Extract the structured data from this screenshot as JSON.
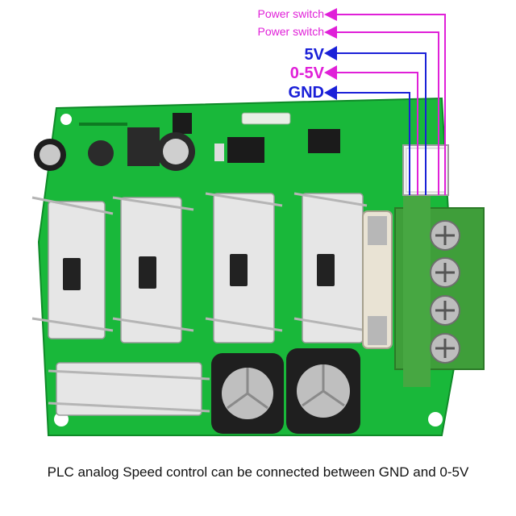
{
  "labels": {
    "power_switch_1": "Power switch",
    "power_switch_2": "Power switch",
    "five_v": "5V",
    "zero_five_v": "0-5V",
    "gnd": "GND"
  },
  "caption": "PLC analog Speed control can be connected between GND and 0-5V",
  "colors": {
    "board": "#19b83a",
    "terminal": "#3f9e3a",
    "magenta": "#e020d8",
    "blue": "#1a20d8"
  }
}
